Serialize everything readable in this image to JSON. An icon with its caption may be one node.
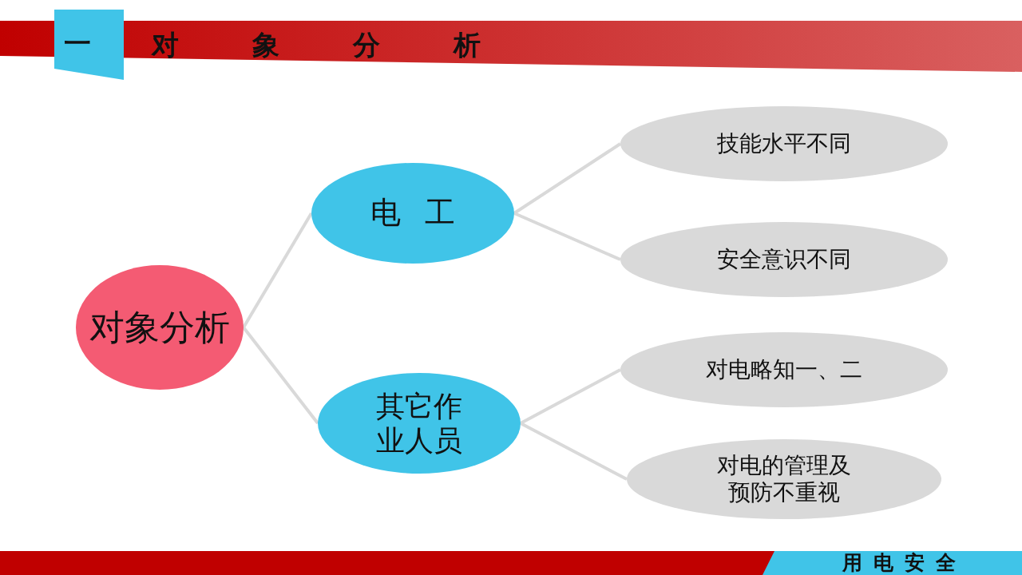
{
  "diagram": {
    "title": "对象分析",
    "nodes": [
      {
        "text": [
          "对象分析"
        ]
      },
      {
        "text": [
          "电工"
        ]
      },
      {
        "text": [
          "其它作业人员"
        ]
      },
      {
        "text": [
          "技能水平不同"
        ]
      },
      {
        "text": [
          "安全意识不同"
        ]
      },
      {
        "text": [
          "对电略知一、二"
        ]
      },
      {
        "text": [
          "对电的管理及预防不重视"
        ]
      }
    ],
    "edges": [
      {
        "from": 0,
        "to": 1,
        "arrow": "none"
      },
      {
        "from": 0,
        "to": 2,
        "arrow": "none"
      },
      {
        "from": 1,
        "to": 3,
        "arrow": "none"
      },
      {
        "from": 1,
        "to": 4,
        "arrow": "none"
      },
      {
        "from": 2,
        "to": 5,
        "arrow": "none"
      },
      {
        "from": 2,
        "to": 6,
        "arrow": "none"
      }
    ],
    "labels": [
      "一",
      "用电安全"
    ]
  }
}
